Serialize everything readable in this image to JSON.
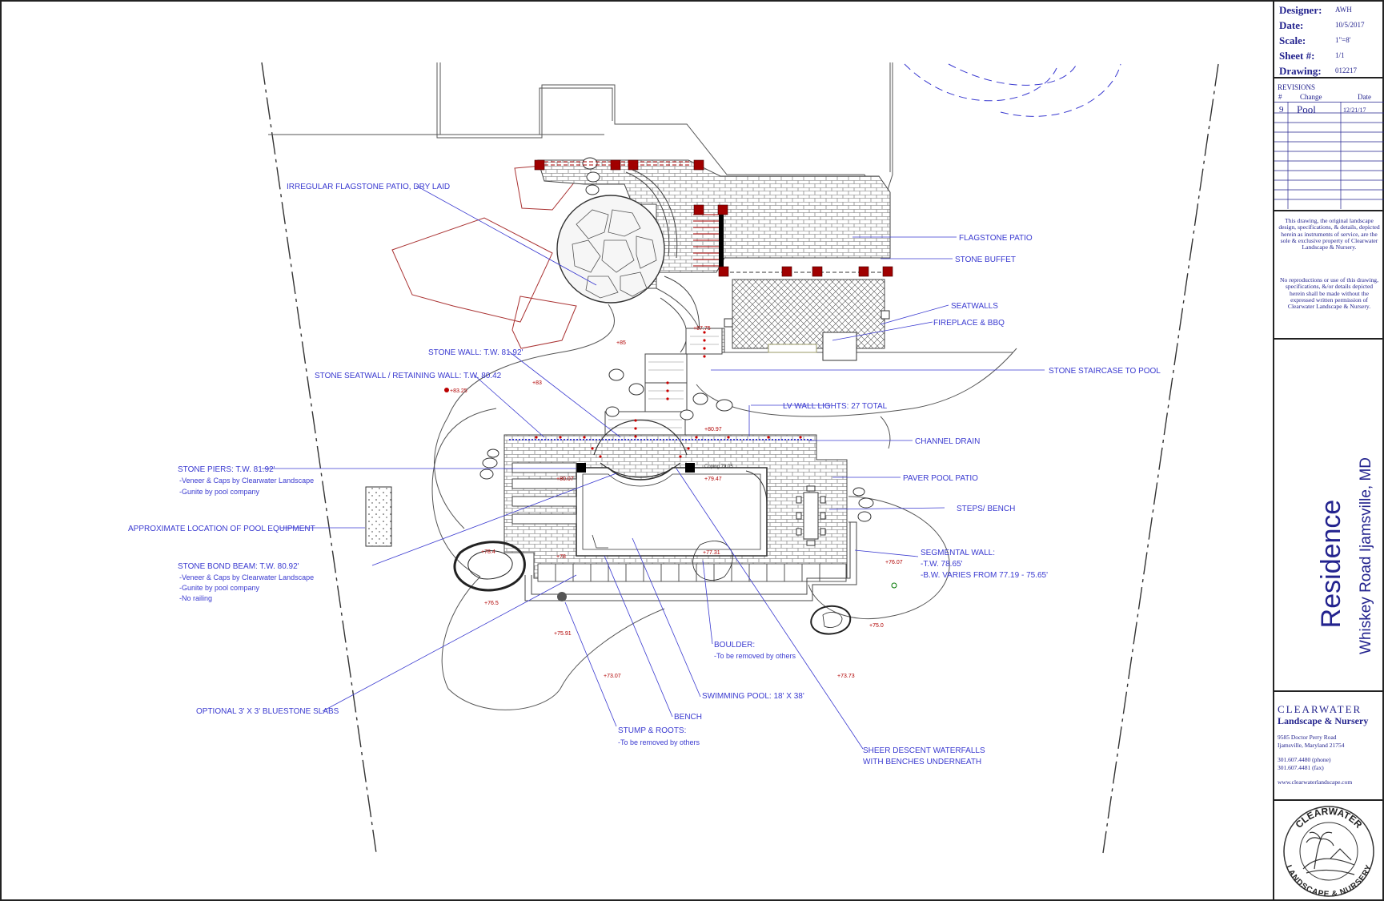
{
  "titleblock": {
    "designer_label": "Designer:",
    "designer": "AWH",
    "date_label": "Date:",
    "date": "10/5/2017",
    "scale_label": "Scale:",
    "scale": "1\"=8'",
    "sheet_label": "Sheet #:",
    "sheet": "1/1",
    "drawing_label": "Drawing:",
    "drawing": "012217",
    "revisions_label": "REVISIONS",
    "rev_num_header": "#",
    "rev_change_header": "Change",
    "rev_date_header": "Date",
    "revision_num": "9",
    "revision_change": "Pool",
    "revision_date": "12/21/17",
    "disclaimer1": "This drawing, the original landscape design, specifications, & details, depicted herein as instruments of service, are the sole & exclusive property of Clearwater Landscape & Nursery.",
    "disclaimer2": "No reproductions or use of this drawing, specifications, &/or details depicted herein shall be made without the expressed written permission of Clearwater Landscape & Nursery.",
    "project_title": "Residence",
    "project_address": "Whiskey Road Ijamsville, MD",
    "company_name": "CLEARWATER",
    "company_sub": "Landscape & Nursery",
    "address1": "9585 Doctor Perry Road",
    "address2": "Ijamsville, Maryland 21754",
    "phone": "301.607.4480 (phone)",
    "fax": "301.607.4481 (fax)",
    "website": "www.clearwaterlandscape.com",
    "logo_top": "CLEARWATER",
    "logo_bottom": "LANDSCAPE & NURSERY"
  },
  "labels": {
    "irregular_patio": "IRREGULAR FLAGSTONE PATIO, DRY LAID",
    "flagstone_patio": "FLAGSTONE PATIO",
    "stone_buffet": "STONE BUFFET",
    "seatwalls": "SEATWALLS",
    "fireplace": "FIREPLACE & BBQ",
    "stone_staircase": "STONE STAIRCASE TO POOL",
    "stone_wall": "STONE WALL: T.W. 81.92'",
    "stone_seawall": "STONE SEATWALL / RETAINING WALL: T.W. 80.42",
    "lv_lights": "LV WALL LIGHTS: 27 TOTAL",
    "channel_drain": "CHANNEL DRAIN",
    "paver_patio": "PAVER POOL PATIO",
    "steps_bench": "STEPS/ BENCH",
    "stone_piers": "STONE PIERS: T.W. 81.92'",
    "stone_piers_1": "-Veneer & Caps by Clearwater Landscape",
    "stone_piers_2": "-Gunite by pool company",
    "pool_equipment": "APPROXIMATE LOCATION OF POOL EQUIPMENT",
    "bond_beam": "STONE BOND BEAM: T.W. 80.92'",
    "bond_beam_1": "-Veneer & Caps by Clearwater Landscape",
    "bond_beam_2": "-Gunite by pool company",
    "bond_beam_3": "-No railing",
    "segmental_wall": "SEGMENTAL WALL:",
    "segmental_wall_1": "-T.W. 78.65'",
    "segmental_wall_2": "-B.W. VARIES FROM 77.19 - 75.65'",
    "boulder": "BOULDER:",
    "boulder_1": "-To be removed by others",
    "swimming_pool": "SWIMMING POOL: 18' X 38'",
    "bench": "BENCH",
    "bluestone": "OPTIONAL 3' X 3' BLUESTONE SLABS",
    "stump": "STUMP & ROOTS:",
    "stump_1": "-To be removed by others",
    "waterfalls": "SHEER DESCENT WATERFALLS",
    "waterfalls_1": "WITH BENCHES UNDERNEATH",
    "coping": "Coping 79.05"
  },
  "elevations": {
    "e1": "+87.75",
    "e2": "+85",
    "e3": "+83.25",
    "e4": "+83",
    "e5": "+80.97",
    "e6": "+80.07",
    "e7": "+79.47",
    "e8": "+78",
    "e9": "+78.4",
    "e10": "+77.31",
    "e11": "+76.5",
    "e12": "+76.07",
    "e13": "+75.91",
    "e14": "+75.0",
    "e15": "+73.07",
    "e16": "+73.73"
  },
  "colors": {
    "ink": "#23238e",
    "annot": "#3a3ad0",
    "red": "#b00000",
    "line": "#333333"
  }
}
